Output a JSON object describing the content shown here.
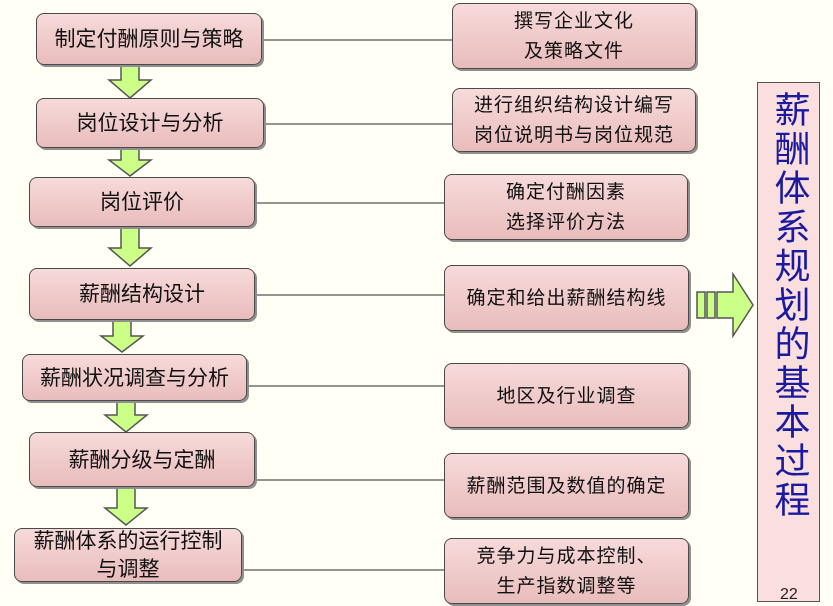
{
  "steps": [
    {
      "label": "制定付酬原则与策略",
      "note": "撰写企业文化\n及策略文件"
    },
    {
      "label": "岗位设计与分析",
      "note": "进行组织结构设计编写\n岗位说明书与岗位规范"
    },
    {
      "label": "岗位评价",
      "note": "确定付酬因素\n选择评价方法"
    },
    {
      "label": "薪酬结构设计",
      "note": "确定和给出薪酬结构线"
    },
    {
      "label": "薪酬状况调查与分析",
      "note": "地区及行业调查"
    },
    {
      "label": "薪酬分级与定酬",
      "note": "薪酬范围及数值的确定"
    },
    {
      "label": "薪酬体系的运行控制\n与调整",
      "note": "竞争力与成本控制、\n生产指数调整等"
    }
  ],
  "side_title": "薪酬体系规划的基本过程",
  "page_number": "22",
  "colors": {
    "box_fill_top": "#f7dada",
    "box_fill_bottom": "#e9bcbc",
    "arrow_fill": "#ccff88",
    "side_text": "#1a1aa0"
  }
}
